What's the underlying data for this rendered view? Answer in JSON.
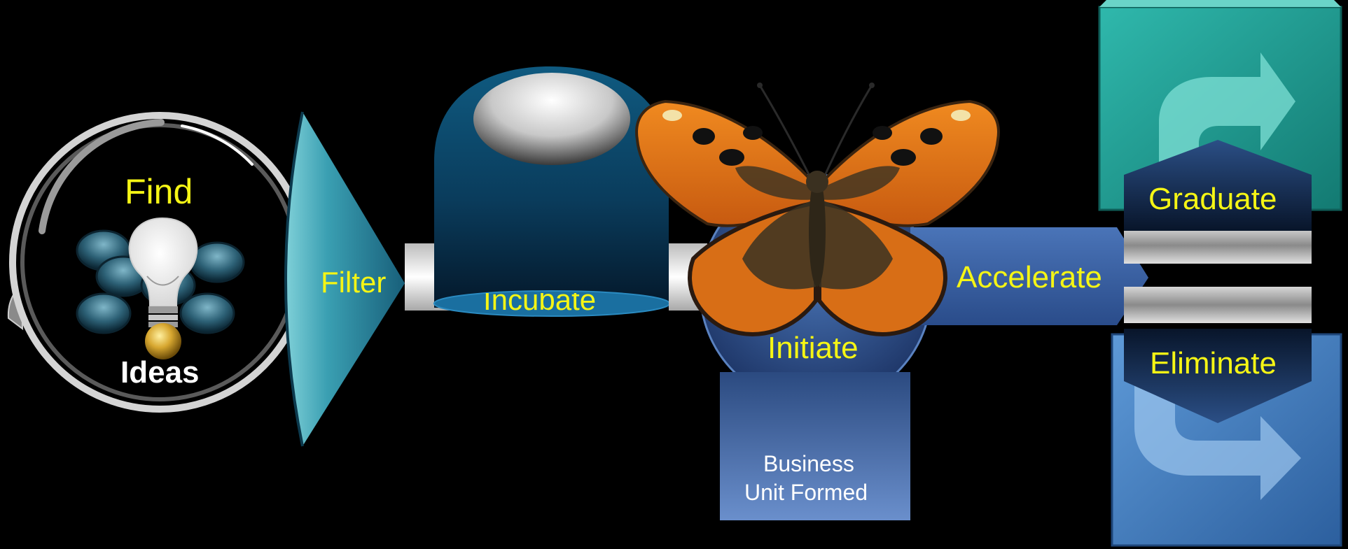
{
  "diagram": {
    "find_label": "Find",
    "ideas_label": "Ideas",
    "filter_label": "Filter",
    "incubate_label": "Incubate",
    "initiate_label": "Initiate",
    "business_unit_label_line1": "Business",
    "business_unit_label_line2": "Unit Formed",
    "accelerate_label": "Accelerate",
    "graduate_label": "Graduate",
    "eliminate_label": "Eliminate"
  },
  "colors": {
    "label_yellow": "#f5f515",
    "background": "#000000",
    "navy": "#2b4a80",
    "teal": "#1f9f95",
    "sky_blue": "#4f86c6"
  },
  "icons": {
    "magnifier": "magnifying-glass-icon",
    "bulb": "light-bulb-icon",
    "butterfly": "butterfly-image"
  }
}
